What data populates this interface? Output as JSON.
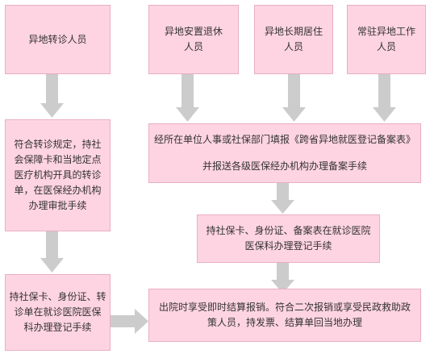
{
  "colors": {
    "box_fill": "#ffd4e2",
    "box_border": "#e8aec3",
    "arrow": "#cccccc",
    "text": "#333333"
  },
  "nodes": {
    "transfer_person": "异地转诊人员",
    "retiree": "异地安置退休\n人员",
    "long_term_resident": "异地长期居住\n人员",
    "stationed_worker": "常驻异地工作\n人员",
    "transfer_rule": "符合转诊规定，持社\n会保障卡和当地定点\n医疗机构开具的转诊\n单，在医保经办机构\n办理审批手续",
    "filing_line1": "经所在单位人事或社保部门填报《跨省异地就医登记备案表》",
    "filing_line2": "并报送各级医保经办机构办理备案手续",
    "register_filed": "持社保卡、身份证、备案表在就诊医院\n医保科办理登记手续",
    "register_transfer": "持社保卡、身份证、转\n诊单在就诊医院医保\n科办理登记手续",
    "discharge": "出院时享受即时结算报销。符合二次报销或享受民政救助政\n策人员，持发票、结算单回当地办理"
  }
}
